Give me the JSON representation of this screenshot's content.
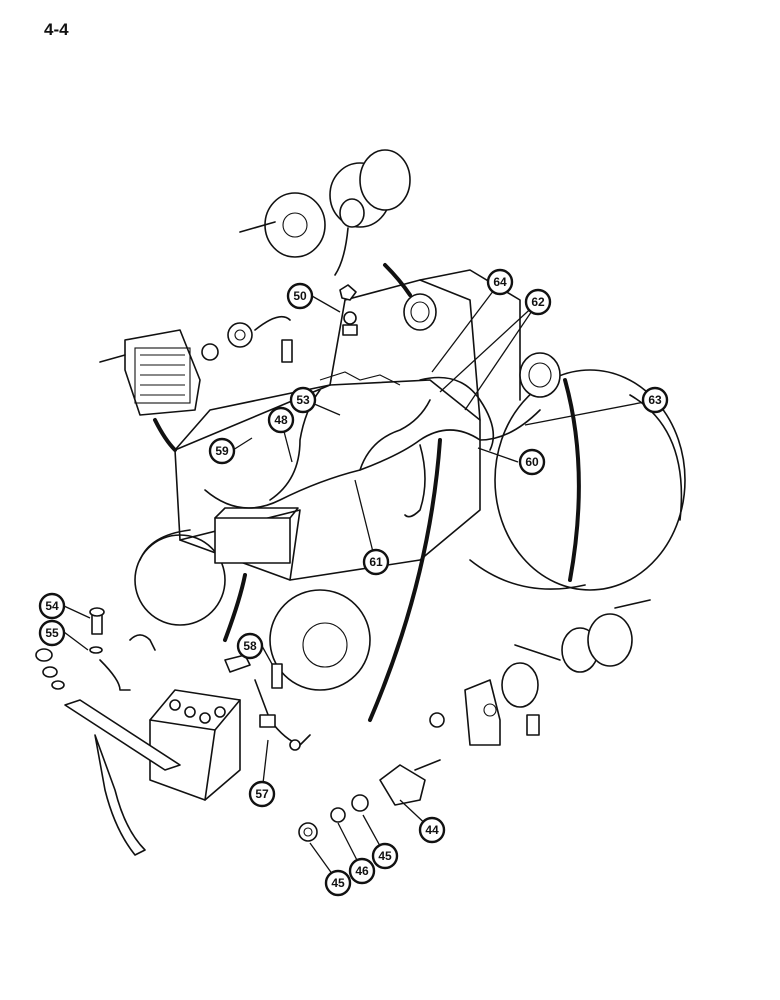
{
  "page_number": "4-4",
  "callouts": [
    {
      "id": "c50",
      "label": "50"
    },
    {
      "id": "c64",
      "label": "64"
    },
    {
      "id": "c62",
      "label": "62"
    },
    {
      "id": "c63",
      "label": "63"
    },
    {
      "id": "c53",
      "label": "53"
    },
    {
      "id": "c48",
      "label": "48"
    },
    {
      "id": "c59",
      "label": "59"
    },
    {
      "id": "c60",
      "label": "60"
    },
    {
      "id": "c61",
      "label": "61"
    },
    {
      "id": "c54",
      "label": "54"
    },
    {
      "id": "c55",
      "label": "55"
    },
    {
      "id": "c58",
      "label": "58"
    },
    {
      "id": "c57",
      "label": "57"
    },
    {
      "id": "c44",
      "label": "44"
    },
    {
      "id": "c45a",
      "label": "45"
    },
    {
      "id": "c46",
      "label": "46"
    },
    {
      "id": "c45b",
      "label": "45"
    }
  ]
}
